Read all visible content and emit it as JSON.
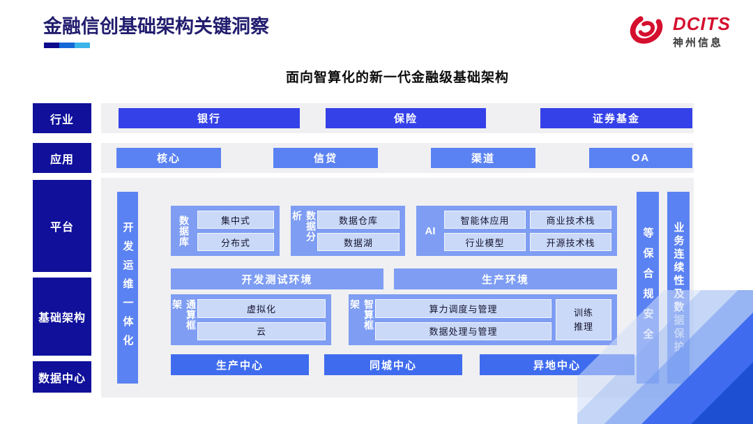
{
  "header": {
    "title": "金融信创基础架构关键洞察",
    "logo": {
      "brand": "DCITS",
      "company": "神州信息"
    }
  },
  "diagram": {
    "subtitle": "面向智算化的新一代金融级基础架构",
    "layers": {
      "industry": {
        "label": "行业",
        "items": [
          "银行",
          "保险",
          "证券基金"
        ]
      },
      "application": {
        "label": "应用",
        "items": [
          "核心",
          "信贷",
          "渠道",
          "OA"
        ]
      },
      "platform": {
        "label": "平台"
      },
      "infrastructure": {
        "label": "基础架构"
      },
      "datacenter": {
        "label": "数据中心"
      }
    },
    "pillars": {
      "devops": "开发运维一体化",
      "security": "等保合规安全",
      "continuity": "业务连续性及数据保护"
    },
    "platform_groups": {
      "database": {
        "label": "数据库",
        "items": [
          "集中式",
          "分布式"
        ]
      },
      "analytics": {
        "label": "数据分析",
        "items": [
          "数据仓库",
          "数据湖"
        ]
      },
      "ai": {
        "label": "AI",
        "items": [
          "智能体应用",
          "商业技术栈",
          "行业模型",
          "开源技术栈"
        ]
      }
    },
    "environments": [
      "开发测试环境",
      "生产环境"
    ],
    "infra_groups": {
      "general": {
        "label": "通算框架",
        "items": [
          "虚拟化",
          "云"
        ]
      },
      "intelligent": {
        "label": "智算框架",
        "items": [
          "算力调度与管理",
          "数据处理与管理"
        ],
        "side_box": "训练\n推理"
      }
    },
    "datacenters": [
      "生产中心",
      "同城中心",
      "异地中心"
    ]
  },
  "colors": {
    "title_navy": "#221d6e",
    "label_navy": "#10109b",
    "industry_blue": "#3541e8",
    "app_blue": "#5b82f2",
    "pillar_blue": "#5b82f2",
    "group_blue": "#7e9df3",
    "inner_box_blue": "#cbd9f8",
    "datacenter_blue": "#3f6cee",
    "panel_gray": "#f0f0f2",
    "brand_red": "#d50f2e",
    "underline_segments": [
      "#0d0a8e",
      "#1568d8",
      "#3ab4e9"
    ]
  }
}
